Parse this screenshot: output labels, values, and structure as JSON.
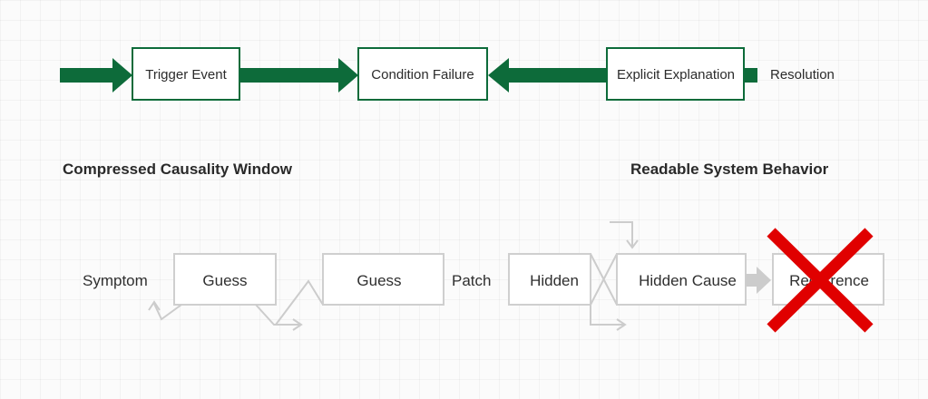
{
  "top_flow": {
    "nodes": [
      {
        "label": "Trigger Event"
      },
      {
        "label": "Condition Failure"
      },
      {
        "label": "Explicit Explanation"
      }
    ],
    "end_label": "Resolution"
  },
  "sections": {
    "left_title": "Compressed Causality Window",
    "right_title": "Readable System Behavior"
  },
  "bottom_flow": {
    "symptom": "Symptom",
    "guess_1": "Guess",
    "guess_2": "Guess",
    "patch": "Patch",
    "hidden": "Hidden",
    "hidden_cause": "Hidden Cause",
    "recurrence": "Recurrence"
  },
  "colors": {
    "green": "#0d6b3a",
    "faded_stroke": "#cfcfcf",
    "cross": "#e00000"
  }
}
